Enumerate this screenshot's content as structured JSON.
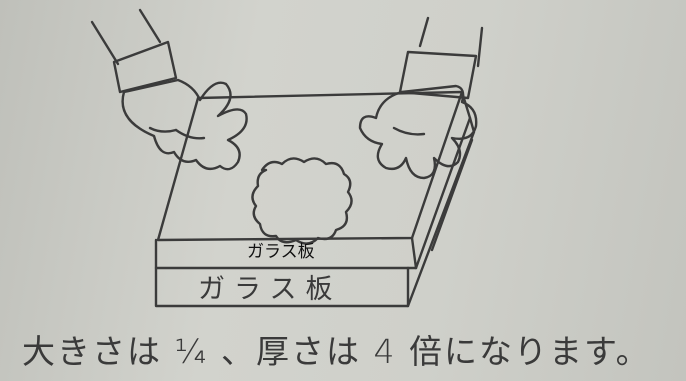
{
  "labels": {
    "top_plate": "ガラス板",
    "bottom_plate": "ガラス板"
  },
  "caption": "大きさは ¼ 、厚さは 4 倍になります。",
  "icons": {
    "left_hand": "left-glove-hand",
    "right_hand": "right-glove-hand",
    "sample": "cloud-shaped-sample"
  }
}
